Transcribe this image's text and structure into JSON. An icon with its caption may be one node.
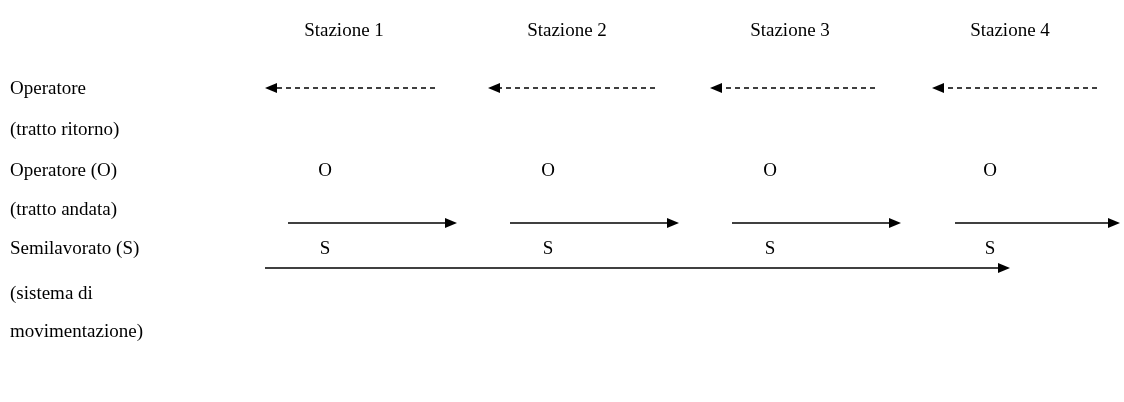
{
  "diagram": {
    "labels": [
      "Stazione 1",
      "Stazione 2",
      "Stazione 3",
      "Stazione 4",
      "Operatore",
      "(tratto ritorno)",
      "Operatore (O)",
      "O",
      "O",
      "O",
      "O",
      "(tratto andata)",
      "Semilavorato (S)",
      "S",
      "S",
      "S",
      "S",
      "(sistema di movimentazione)"
    ]
  }
}
